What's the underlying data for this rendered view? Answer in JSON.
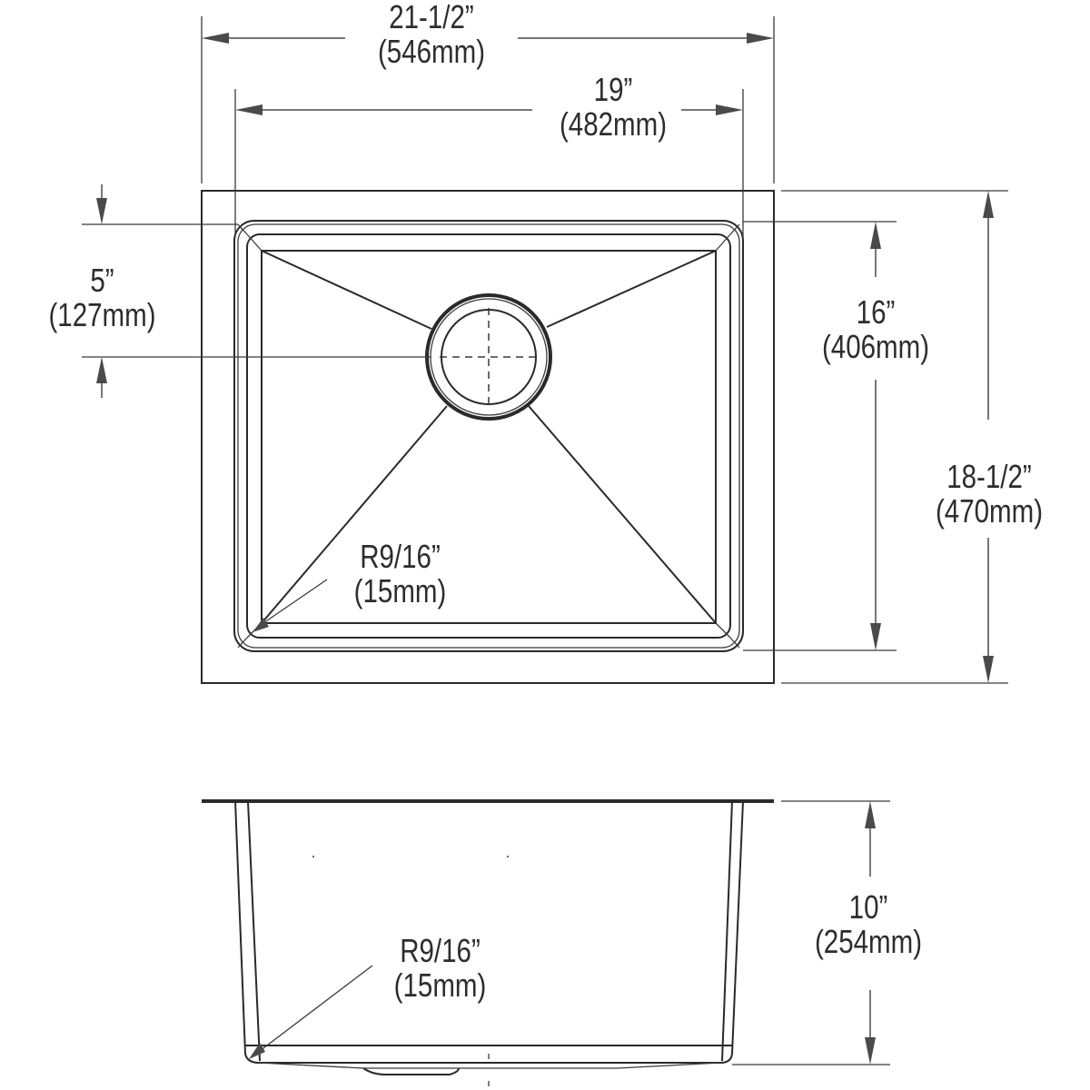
{
  "drawing": {
    "title": "Undermount single-bowl sink dimension drawing",
    "views": [
      "top-view",
      "side-section-view"
    ],
    "line_color": "#2a2a2a",
    "dimension_color": "#4a4a4a"
  },
  "top_view": {
    "overall_width": {
      "inches": "21-1/2”",
      "mm": "(546mm)"
    },
    "bowl_width": {
      "inches": "19”",
      "mm": "(482mm)"
    },
    "drain_offset": {
      "inches": "5”",
      "mm": "(127mm)"
    },
    "bowl_depth_front_to_back": {
      "inches": "16”",
      "mm": "(406mm)"
    },
    "overall_depth": {
      "inches": "18-1/2”",
      "mm": "(470mm)"
    },
    "corner_radius": {
      "inches": "R9/16”",
      "mm": "(15mm)"
    }
  },
  "side_view": {
    "bowl_depth": {
      "inches": "10”",
      "mm": "(254mm)"
    },
    "corner_radius": {
      "inches": "R9/16”",
      "mm": "(15mm)"
    }
  }
}
